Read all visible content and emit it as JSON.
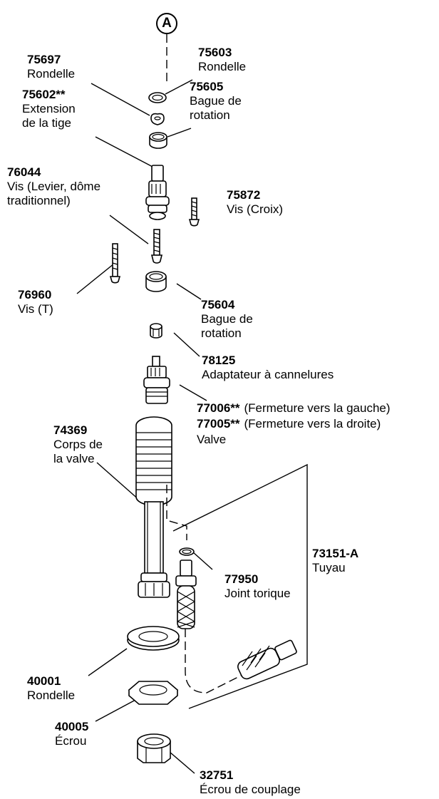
{
  "callout": "A",
  "parts": [
    {
      "number": "75697",
      "desc": "Rondelle"
    },
    {
      "number": "75603",
      "desc": "Rondelle"
    },
    {
      "number": "75602**",
      "desc_lines": [
        "Extension",
        "de la tige"
      ]
    },
    {
      "number": "75605",
      "desc_lines": [
        "Bague de",
        "rotation"
      ]
    },
    {
      "number": "76044",
      "desc_lines": [
        "Vis (Levier, dôme",
        "traditionnel)"
      ]
    },
    {
      "number": "75872",
      "desc": "Vis (Croix)"
    },
    {
      "number": "76960",
      "desc": "Vis (T)"
    },
    {
      "number": "75604",
      "desc_lines": [
        "Bague de",
        "rotation"
      ]
    },
    {
      "number": "78125",
      "desc": "Adaptateur à cannelures"
    },
    {
      "number": "77006**",
      "desc": "(Fermeture vers la gauche)"
    },
    {
      "number": "77005**",
      "desc": "(Fermeture vers la droite)"
    },
    {
      "valve_label": "Valve"
    },
    {
      "number": "74369",
      "desc_lines": [
        "Corps de",
        "la valve"
      ]
    },
    {
      "number": "73151-A",
      "desc": "Tuyau"
    },
    {
      "number": "77950",
      "desc": "Joint torique"
    },
    {
      "number": "40001",
      "desc": "Rondelle"
    },
    {
      "number": "40005",
      "desc": "Écrou"
    },
    {
      "number": "32751",
      "desc": "Écrou de couplage"
    }
  ]
}
